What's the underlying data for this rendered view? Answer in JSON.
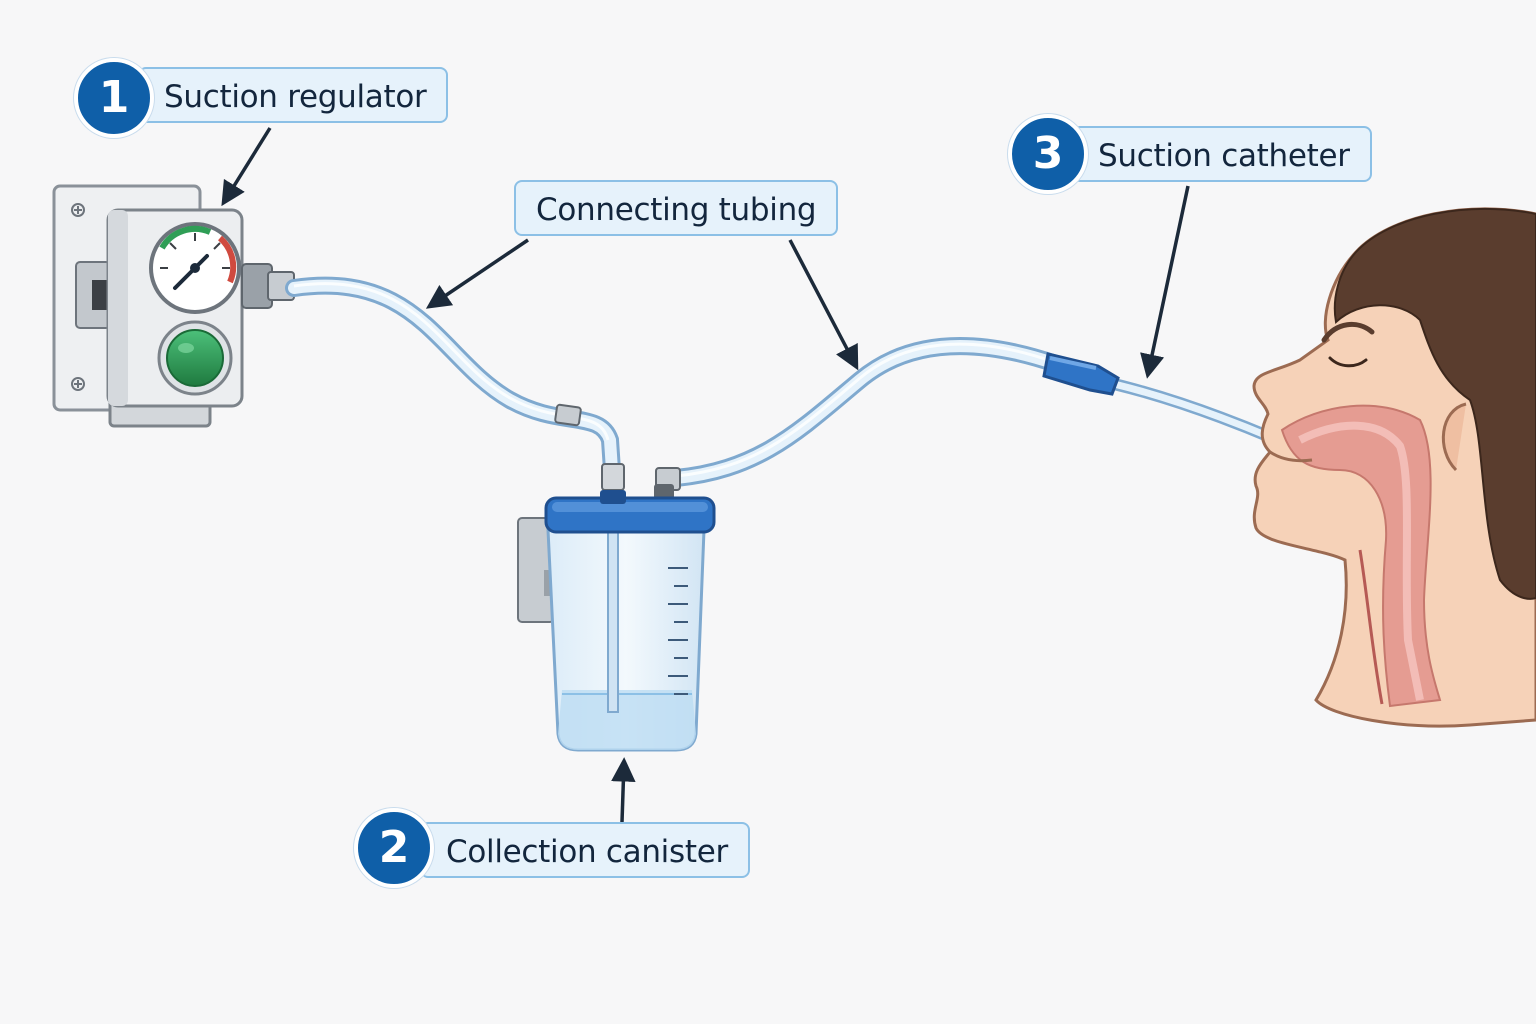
{
  "labels": {
    "regulator": {
      "number": "1",
      "text": "Suction regulator"
    },
    "canister": {
      "number": "2",
      "text": "Collection canister"
    },
    "catheter": {
      "number": "3",
      "text": "Suction catheter"
    },
    "tubing": {
      "text": "Connecting tubing"
    }
  },
  "colors": {
    "badge": "#0f5fa8",
    "callout_fill": "#e6f2fb",
    "callout_border": "#8cc0e6",
    "tubing": "#a9cdea",
    "canister_lid": "#2f74c6",
    "regulator_knob": "#2f9e56",
    "skin": "#f6d2b8",
    "hair": "#5a3d2e",
    "airway": "#e08b86"
  },
  "icons": [
    "gauge-icon",
    "knob-icon",
    "wall-plate-icon"
  ]
}
